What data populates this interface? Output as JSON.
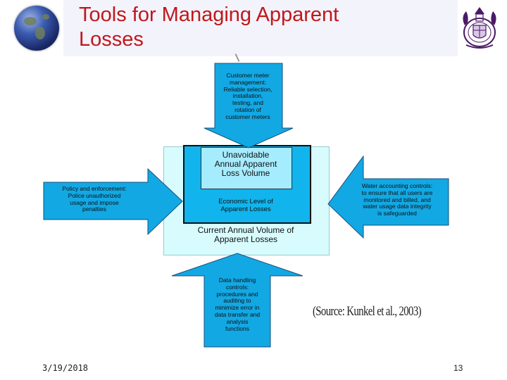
{
  "slide": {
    "title_line1": "Tools for Managing  Apparent",
    "title_line2": "Losses",
    "date": "3/19/2018",
    "page_number": "13"
  },
  "diagram": {
    "center": {
      "unavoidable": "Unavoidable\nAnnual Apparent\nLoss Volume",
      "economic": "Economic Level of\nApparent Losses",
      "current": "Current Annual Volume of\nApparent Losses"
    },
    "arrows": {
      "top": "Customer meter\nmanagement:\nReliable selection,\ninstallation,\ntesting, and\nrotation of\ncustomer meters",
      "left": "Policy and enforcement:\nPolice unauthorized\nusage and impose\npenalties",
      "right": "Water accounting controls:\nto ensure that all users are\nmonitored and billed, and\nwater usage data integrity\nis safeguarded",
      "bottom": "Data handling\ncontrols:\nprocedures and\nauditing to\nminimize error in\ndata transfer and\nanalysis\nfunctions"
    },
    "source": "(Source: Kunkel et al., 2003)"
  },
  "colors": {
    "title": "#c0181c",
    "arrow_fill": "#12a8e4",
    "panel": "#d8fbfd",
    "economic_box": "#11b4ec",
    "unavoidable_box": "#a6ecff"
  },
  "icons": {
    "logo_left": "globe-icon",
    "logo_right": "university-seal-icon"
  }
}
